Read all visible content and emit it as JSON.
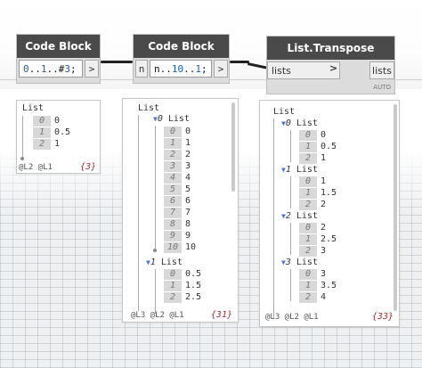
{
  "nodes": {
    "code_block_1": {
      "title": "Code Block",
      "code_parts": [
        "0",
        "..",
        "1",
        "..",
        "#",
        "3",
        ";"
      ],
      "out_port": ">"
    },
    "code_block_2": {
      "title": "Code Block",
      "in_port": "n",
      "code_parts": [
        "n",
        "..",
        "10",
        "..",
        "1",
        ";"
      ],
      "out_port": ">"
    },
    "transpose": {
      "title": "List.Transpose",
      "input": "lists",
      "output": "lists",
      "arrow": ">",
      "lacing": "AUTO"
    }
  },
  "watch1": {
    "header": "List",
    "items": [
      {
        "index": "0",
        "value": "0"
      },
      {
        "index": "1",
        "value": "0.5"
      },
      {
        "index": "2",
        "value": "1"
      }
    ],
    "levels": "@L2 @L1",
    "count": "{3}"
  },
  "watch2": {
    "header": "List",
    "sublists": [
      {
        "index": "0",
        "label": "List",
        "items": [
          {
            "index": "0",
            "value": "0"
          },
          {
            "index": "1",
            "value": "1"
          },
          {
            "index": "2",
            "value": "2"
          },
          {
            "index": "3",
            "value": "3"
          },
          {
            "index": "4",
            "value": "4"
          },
          {
            "index": "5",
            "value": "5"
          },
          {
            "index": "6",
            "value": "6"
          },
          {
            "index": "7",
            "value": "7"
          },
          {
            "index": "8",
            "value": "8"
          },
          {
            "index": "9",
            "value": "9"
          },
          {
            "index": "10",
            "value": "10"
          }
        ]
      },
      {
        "index": "1",
        "label": "List",
        "items": [
          {
            "index": "0",
            "value": "0.5"
          },
          {
            "index": "1",
            "value": "1.5"
          },
          {
            "index": "2",
            "value": "2.5"
          }
        ]
      }
    ],
    "levels": "@L3 @L2 @L1",
    "count": "{31}"
  },
  "watch3": {
    "header": "List",
    "sublists": [
      {
        "index": "0",
        "label": "List",
        "items": [
          {
            "index": "0",
            "value": "0"
          },
          {
            "index": "1",
            "value": "0.5"
          },
          {
            "index": "2",
            "value": "1"
          }
        ]
      },
      {
        "index": "1",
        "label": "List",
        "items": [
          {
            "index": "0",
            "value": "1"
          },
          {
            "index": "1",
            "value": "1.5"
          },
          {
            "index": "2",
            "value": "2"
          }
        ]
      },
      {
        "index": "2",
        "label": "List",
        "items": [
          {
            "index": "0",
            "value": "2"
          },
          {
            "index": "1",
            "value": "2.5"
          },
          {
            "index": "2",
            "value": "3"
          }
        ]
      },
      {
        "index": "3",
        "label": "List",
        "items": [
          {
            "index": "0",
            "value": "3"
          },
          {
            "index": "1",
            "value": "3.5"
          },
          {
            "index": "2",
            "value": "4"
          }
        ]
      }
    ],
    "levels": "@L3 @L2 @L1",
    "count": "{33}"
  },
  "colors": {
    "header": "#4a4a4a",
    "node_body": "#dcdcdc",
    "number": "#1a5fb4",
    "count": "#a13333",
    "expander": "#3c7bd9"
  }
}
